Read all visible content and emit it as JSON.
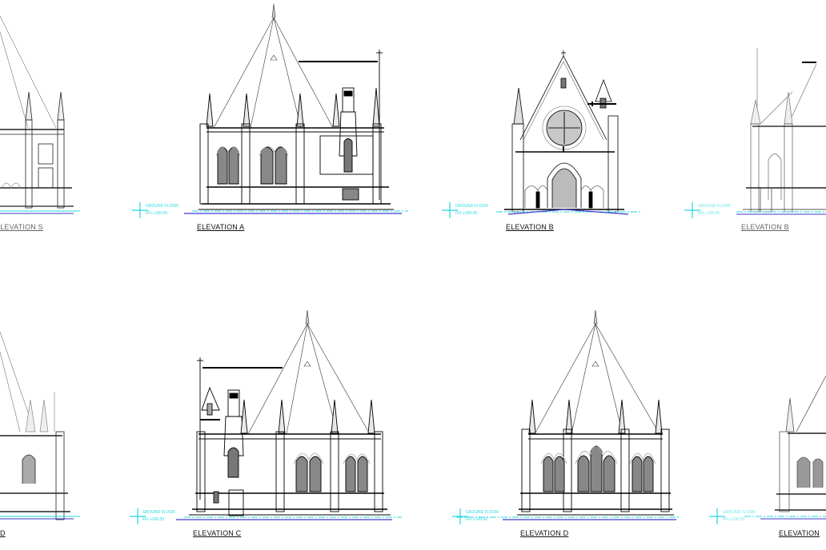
{
  "sheet": {
    "background": "#ffffff",
    "line_color": "#000000",
    "level_color": "#26d7e0",
    "ground_line_color": "#3a3ad0"
  },
  "level_marker": {
    "name": "GROUND FLOOR",
    "value": "FFL+100.00"
  },
  "elevations": [
    {
      "id": "left-top",
      "title": "ELEVATION S",
      "row": 1,
      "partial": true
    },
    {
      "id": "a",
      "title": "ELEVATION A",
      "row": 1
    },
    {
      "id": "b",
      "title": "ELEVATION B",
      "row": 1
    },
    {
      "id": "right-top",
      "title": "ELEVATION B",
      "row": 1,
      "partial": true
    },
    {
      "id": "left-bottom",
      "title": "D",
      "row": 2,
      "partial": true
    },
    {
      "id": "c",
      "title": "ELEVATION C",
      "row": 2
    },
    {
      "id": "d",
      "title": "ELEVATION D",
      "row": 2
    },
    {
      "id": "right-bottom",
      "title": "ELEVATION",
      "row": 2,
      "partial": true
    }
  ]
}
